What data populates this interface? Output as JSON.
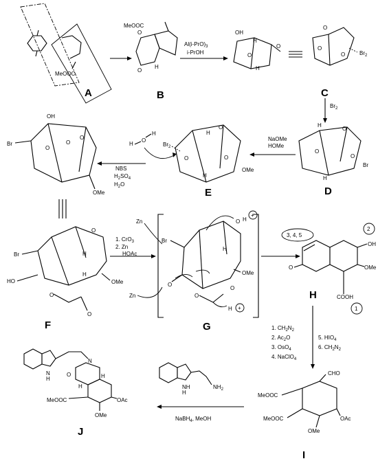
{
  "compounds": {
    "A": "A",
    "B": "B",
    "C": "C",
    "D": "D",
    "E": "E",
    "F": "F",
    "G": "G",
    "H": "H",
    "I": "I",
    "J": "J"
  },
  "atoms": {
    "meooc": "MeOOC",
    "br": "Br",
    "br2": "Br",
    "o": "O",
    "oh": "OH",
    "ho": "HO",
    "ome": "OMe",
    "oac": "OAc",
    "cooh": "COOH",
    "cho": "CHO",
    "h": "H",
    "n": "N",
    "nh": "N",
    "nh2": "NH",
    "zn": "Zn",
    "plus": "+",
    "water_h": "H",
    "water_o": "O"
  },
  "reagents": {
    "b_to_c_1": "Al(i-PrO)",
    "b_to_c_sub": "3",
    "b_to_c_2": "i-PrOH",
    "c_to_d": "Br",
    "c_to_d_sub": "2",
    "d_to_e_1": "NaOMe",
    "d_to_e_2": "HOMe",
    "e_to_f_1": "NBS",
    "e_to_f_2": "H",
    "e_to_f_2b": "SO",
    "e_to_f_3": "H",
    "e_to_f_3b": "O",
    "f_to_g_1": "1.  CrO",
    "f_to_g_2": "2.   Zn",
    "f_to_g_3": "HOAc",
    "h_to_i_1": "1. CH",
    "h_to_i_1b": "N",
    "h_to_i_2": "2. Ac",
    "h_to_i_2b": "O",
    "h_to_i_3": "3. OsO",
    "h_to_i_4": "4. NaClO",
    "h_to_i_5": "5. HIO",
    "h_to_i_6": "6. CH",
    "h_to_i_6b": "N",
    "i_to_j": "NaBH",
    "i_to_j_b": ", MeOH",
    "sub2": "2",
    "sub4": "4",
    "sub3": "3"
  },
  "annotations": {
    "stereo_group": "3, 4, 5",
    "stereo_2": "2",
    "stereo_1": "1"
  }
}
